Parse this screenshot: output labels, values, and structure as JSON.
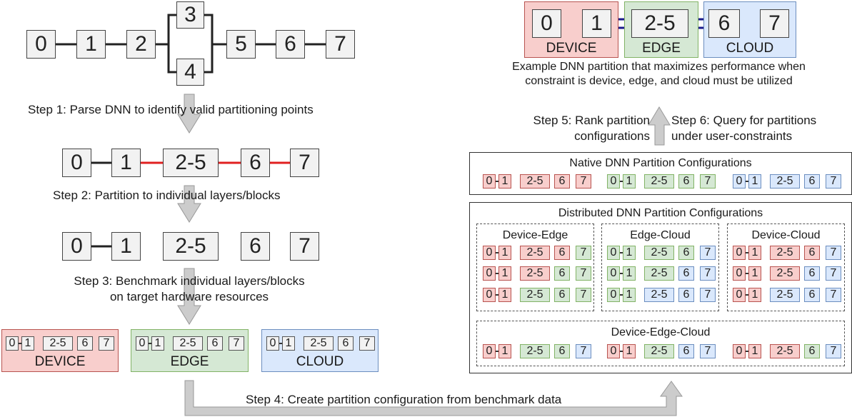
{
  "top_graph": {
    "n0": "0",
    "n1": "1",
    "n2": "2",
    "n3": "3",
    "n4": "4",
    "n5": "5",
    "n6": "6",
    "n7": "7"
  },
  "grouped_graph": {
    "n0": "0",
    "n1": "1",
    "n25": "2-5",
    "n6": "6",
    "n7": "7"
  },
  "steps": {
    "step1": "Step 1: Parse DNN to identify valid partitioning points",
    "step2": "Step 2: Partition to individual layers/blocks",
    "step3_line1": "Step 3: Benchmark individual layers/blocks",
    "step3_line2": "on target hardware resources",
    "step4": "Step 4: Create partition configuration from benchmark data",
    "step5_line1": "Step 5: Rank partition",
    "step5_line2": "configurations",
    "step6_line1": "Step 6: Query for partitions",
    "step6_line2": "under user-constraints"
  },
  "resources": {
    "device": "DEVICE",
    "edge": "EDGE",
    "cloud": "CLOUD"
  },
  "example": {
    "caption_line1": "Example DNN partition that maximizes performance when",
    "caption_line2": "constraint is device, edge, and cloud must be utilized"
  },
  "native": {
    "title": "Native DNN Partition Configurations"
  },
  "distributed": {
    "title": "Distributed DNN Partition Configurations",
    "device_edge": "Device-Edge",
    "edge_cloud": "Edge-Cloud",
    "device_cloud": "Device-Cloud",
    "device_edge_cloud": "Device-Edge-Cloud"
  },
  "mini_labels": [
    "0",
    "1",
    "2-5",
    "6",
    "7"
  ],
  "configurations": {
    "native": [
      {
        "colors": [
          "device",
          "device",
          "device",
          "device",
          "device"
        ]
      },
      {
        "colors": [
          "edge",
          "edge",
          "edge",
          "edge",
          "edge"
        ]
      },
      {
        "colors": [
          "cloud",
          "cloud",
          "cloud",
          "cloud",
          "cloud"
        ]
      }
    ],
    "device_edge": [
      {
        "colors": [
          "device",
          "device",
          "device",
          "device",
          "edge"
        ]
      },
      {
        "colors": [
          "device",
          "device",
          "device",
          "edge",
          "edge"
        ]
      },
      {
        "colors": [
          "device",
          "device",
          "edge",
          "edge",
          "edge"
        ]
      }
    ],
    "edge_cloud": [
      {
        "colors": [
          "edge",
          "edge",
          "edge",
          "edge",
          "cloud"
        ]
      },
      {
        "colors": [
          "edge",
          "edge",
          "edge",
          "cloud",
          "cloud"
        ]
      },
      {
        "colors": [
          "edge",
          "edge",
          "cloud",
          "cloud",
          "cloud"
        ]
      }
    ],
    "device_cloud": [
      {
        "colors": [
          "device",
          "device",
          "device",
          "device",
          "cloud"
        ]
      },
      {
        "colors": [
          "device",
          "device",
          "device",
          "cloud",
          "cloud"
        ]
      },
      {
        "colors": [
          "device",
          "device",
          "cloud",
          "cloud",
          "cloud"
        ]
      }
    ],
    "device_edge_cloud": [
      {
        "colors": [
          "device",
          "device",
          "edge",
          "edge",
          "cloud"
        ]
      },
      {
        "colors": [
          "device",
          "device",
          "edge",
          "cloud",
          "cloud"
        ]
      },
      {
        "colors": [
          "device",
          "device",
          "device",
          "edge",
          "cloud"
        ]
      }
    ]
  },
  "colors": {
    "device_fill": "#f8cecc",
    "edge_fill": "#d5e8d4",
    "cloud_fill": "#dae8fc",
    "cut_line": "#e02020",
    "link_block": "#1a1a8c",
    "arrow_fill": "#cccccc"
  }
}
